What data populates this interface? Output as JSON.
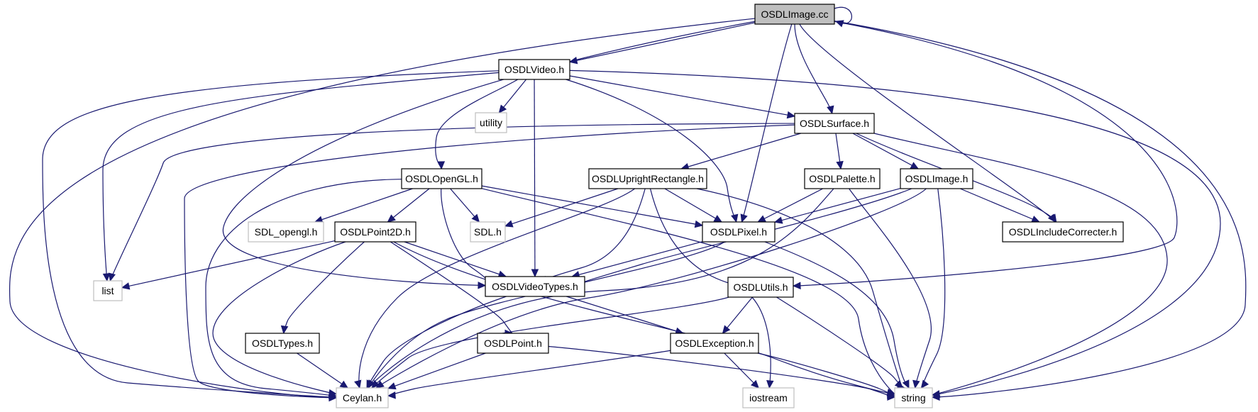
{
  "graph": {
    "colors": {
      "edge": "#191970",
      "root_fill": "#bfbfbf",
      "node_border": "#000000",
      "external_border": "#bfbfbf"
    },
    "nodes": [
      {
        "id": "root",
        "label": "OSDLImage.cc",
        "kind": "root"
      },
      {
        "id": "video",
        "label": "OSDLVideo.h",
        "kind": "local"
      },
      {
        "id": "utility",
        "label": "utility",
        "kind": "external"
      },
      {
        "id": "surface",
        "label": "OSDLSurface.h",
        "kind": "local"
      },
      {
        "id": "opengl",
        "label": "OSDLOpenGL.h",
        "kind": "local"
      },
      {
        "id": "uprect",
        "label": "OSDLUprightRectangle.h",
        "kind": "local"
      },
      {
        "id": "palette",
        "label": "OSDLPalette.h",
        "kind": "local"
      },
      {
        "id": "image",
        "label": "OSDLImage.h",
        "kind": "local"
      },
      {
        "id": "inccorr",
        "label": "OSDLIncludeCorrecter.h",
        "kind": "local"
      },
      {
        "id": "sdlopengl",
        "label": "SDL_opengl.h",
        "kind": "external"
      },
      {
        "id": "point2d",
        "label": "OSDLPoint2D.h",
        "kind": "local"
      },
      {
        "id": "sdl",
        "label": "SDL.h",
        "kind": "external"
      },
      {
        "id": "pixel",
        "label": "OSDLPixel.h",
        "kind": "local"
      },
      {
        "id": "list",
        "label": "list",
        "kind": "external"
      },
      {
        "id": "videotypes",
        "label": "OSDLVideoTypes.h",
        "kind": "local"
      },
      {
        "id": "utils",
        "label": "OSDLUtils.h",
        "kind": "local"
      },
      {
        "id": "types",
        "label": "OSDLTypes.h",
        "kind": "local"
      },
      {
        "id": "point",
        "label": "OSDLPoint.h",
        "kind": "local"
      },
      {
        "id": "exception",
        "label": "OSDLException.h",
        "kind": "local"
      },
      {
        "id": "ceylan",
        "label": "Ceylan.h",
        "kind": "external"
      },
      {
        "id": "iostream",
        "label": "iostream",
        "kind": "external"
      },
      {
        "id": "string",
        "label": "string",
        "kind": "external"
      }
    ],
    "edges": [
      [
        "root",
        "root"
      ],
      [
        "root",
        "video"
      ],
      [
        "root",
        "surface"
      ],
      [
        "root",
        "pixel"
      ],
      [
        "root",
        "inccorr"
      ],
      [
        "root",
        "videotypes"
      ],
      [
        "root",
        "utils"
      ],
      [
        "root",
        "ceylan"
      ],
      [
        "root",
        "string"
      ],
      [
        "video",
        "utility"
      ],
      [
        "video",
        "opengl"
      ],
      [
        "video",
        "surface"
      ],
      [
        "video",
        "videotypes"
      ],
      [
        "video",
        "pixel"
      ],
      [
        "video",
        "list"
      ],
      [
        "video",
        "ceylan"
      ],
      [
        "video",
        "string"
      ],
      [
        "surface",
        "uprect"
      ],
      [
        "surface",
        "palette"
      ],
      [
        "surface",
        "image"
      ],
      [
        "surface",
        "inccorr"
      ],
      [
        "surface",
        "list"
      ],
      [
        "surface",
        "ceylan"
      ],
      [
        "surface",
        "string"
      ],
      [
        "opengl",
        "sdlopengl"
      ],
      [
        "opengl",
        "point2d"
      ],
      [
        "opengl",
        "sdl"
      ],
      [
        "opengl",
        "pixel"
      ],
      [
        "opengl",
        "videotypes"
      ],
      [
        "opengl",
        "ceylan"
      ],
      [
        "opengl",
        "string"
      ],
      [
        "uprect",
        "sdl"
      ],
      [
        "uprect",
        "pixel"
      ],
      [
        "uprect",
        "videotypes"
      ],
      [
        "uprect",
        "ceylan"
      ],
      [
        "uprect",
        "iostream"
      ],
      [
        "uprect",
        "string"
      ],
      [
        "palette",
        "pixel"
      ],
      [
        "palette",
        "ceylan"
      ],
      [
        "palette",
        "string"
      ],
      [
        "image",
        "pixel"
      ],
      [
        "image",
        "inccorr"
      ],
      [
        "image",
        "videotypes"
      ],
      [
        "image",
        "ceylan"
      ],
      [
        "image",
        "string"
      ],
      [
        "point2d",
        "list"
      ],
      [
        "point2d",
        "videotypes"
      ],
      [
        "point2d",
        "types"
      ],
      [
        "point2d",
        "point"
      ],
      [
        "point2d",
        "ceylan"
      ],
      [
        "point2d",
        "string"
      ],
      [
        "pixel",
        "videotypes"
      ],
      [
        "pixel",
        "ceylan"
      ],
      [
        "pixel",
        "string"
      ],
      [
        "videotypes",
        "exception"
      ],
      [
        "videotypes",
        "ceylan"
      ],
      [
        "utils",
        "exception"
      ],
      [
        "utils",
        "ceylan"
      ],
      [
        "utils",
        "string"
      ],
      [
        "types",
        "ceylan"
      ],
      [
        "point",
        "ceylan"
      ],
      [
        "point",
        "string"
      ],
      [
        "exception",
        "ceylan"
      ],
      [
        "exception",
        "iostream"
      ],
      [
        "exception",
        "string"
      ]
    ]
  }
}
